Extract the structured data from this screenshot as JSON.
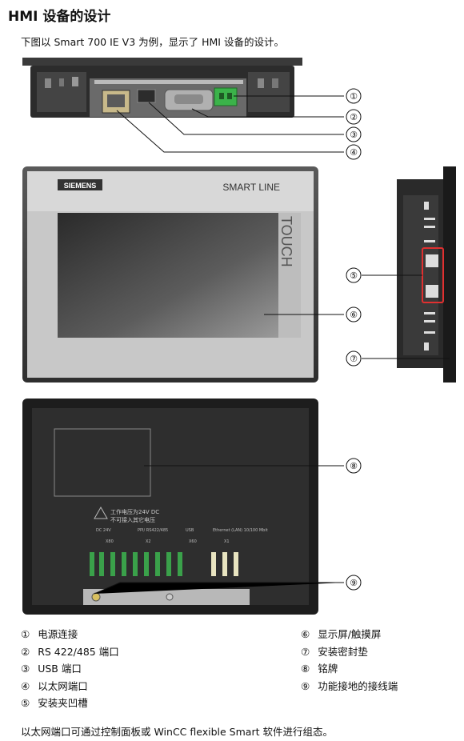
{
  "heading": "HMI 设备的设计",
  "intro": "下图以 Smart 700 IE V3 为例，显示了 HMI 设备的设计。",
  "device": {
    "brand": "SIEMENS",
    "product_line": "SMART LINE",
    "touch_label": "TOUCH",
    "rear_warning_line1": "工作电压为24V DC",
    "rear_warning_line2": "不可接入其它电压",
    "rear_port_labels": [
      "DC 24V",
      "PPI/ RS422/485",
      "USB",
      "Ethernet (LAN) 10/100 Mbit"
    ],
    "rear_port_ids": [
      "X80",
      "X2",
      "X60",
      "X1"
    ]
  },
  "callout_numbers": [
    "①",
    "②",
    "③",
    "④",
    "⑤",
    "⑥",
    "⑦",
    "⑧",
    "⑨"
  ],
  "legend_left": [
    {
      "num": "①",
      "text": "电源连接"
    },
    {
      "num": "②",
      "text": "RS 422/485 端口"
    },
    {
      "num": "③",
      "text": "USB 端口"
    },
    {
      "num": "④",
      "text": "以太网端口"
    },
    {
      "num": "⑤",
      "text": "安装夹凹槽"
    }
  ],
  "legend_right": [
    {
      "num": "⑥",
      "text": "显示屏/触摸屏"
    },
    {
      "num": "⑦",
      "text": "安装密封垫"
    },
    {
      "num": "⑧",
      "text": "铭牌"
    },
    {
      "num": "⑨",
      "text": "功能接地的接线端"
    }
  ],
  "footer": "以太网端口可通过控制面板或 WinCC flexible Smart 软件进行组态。"
}
